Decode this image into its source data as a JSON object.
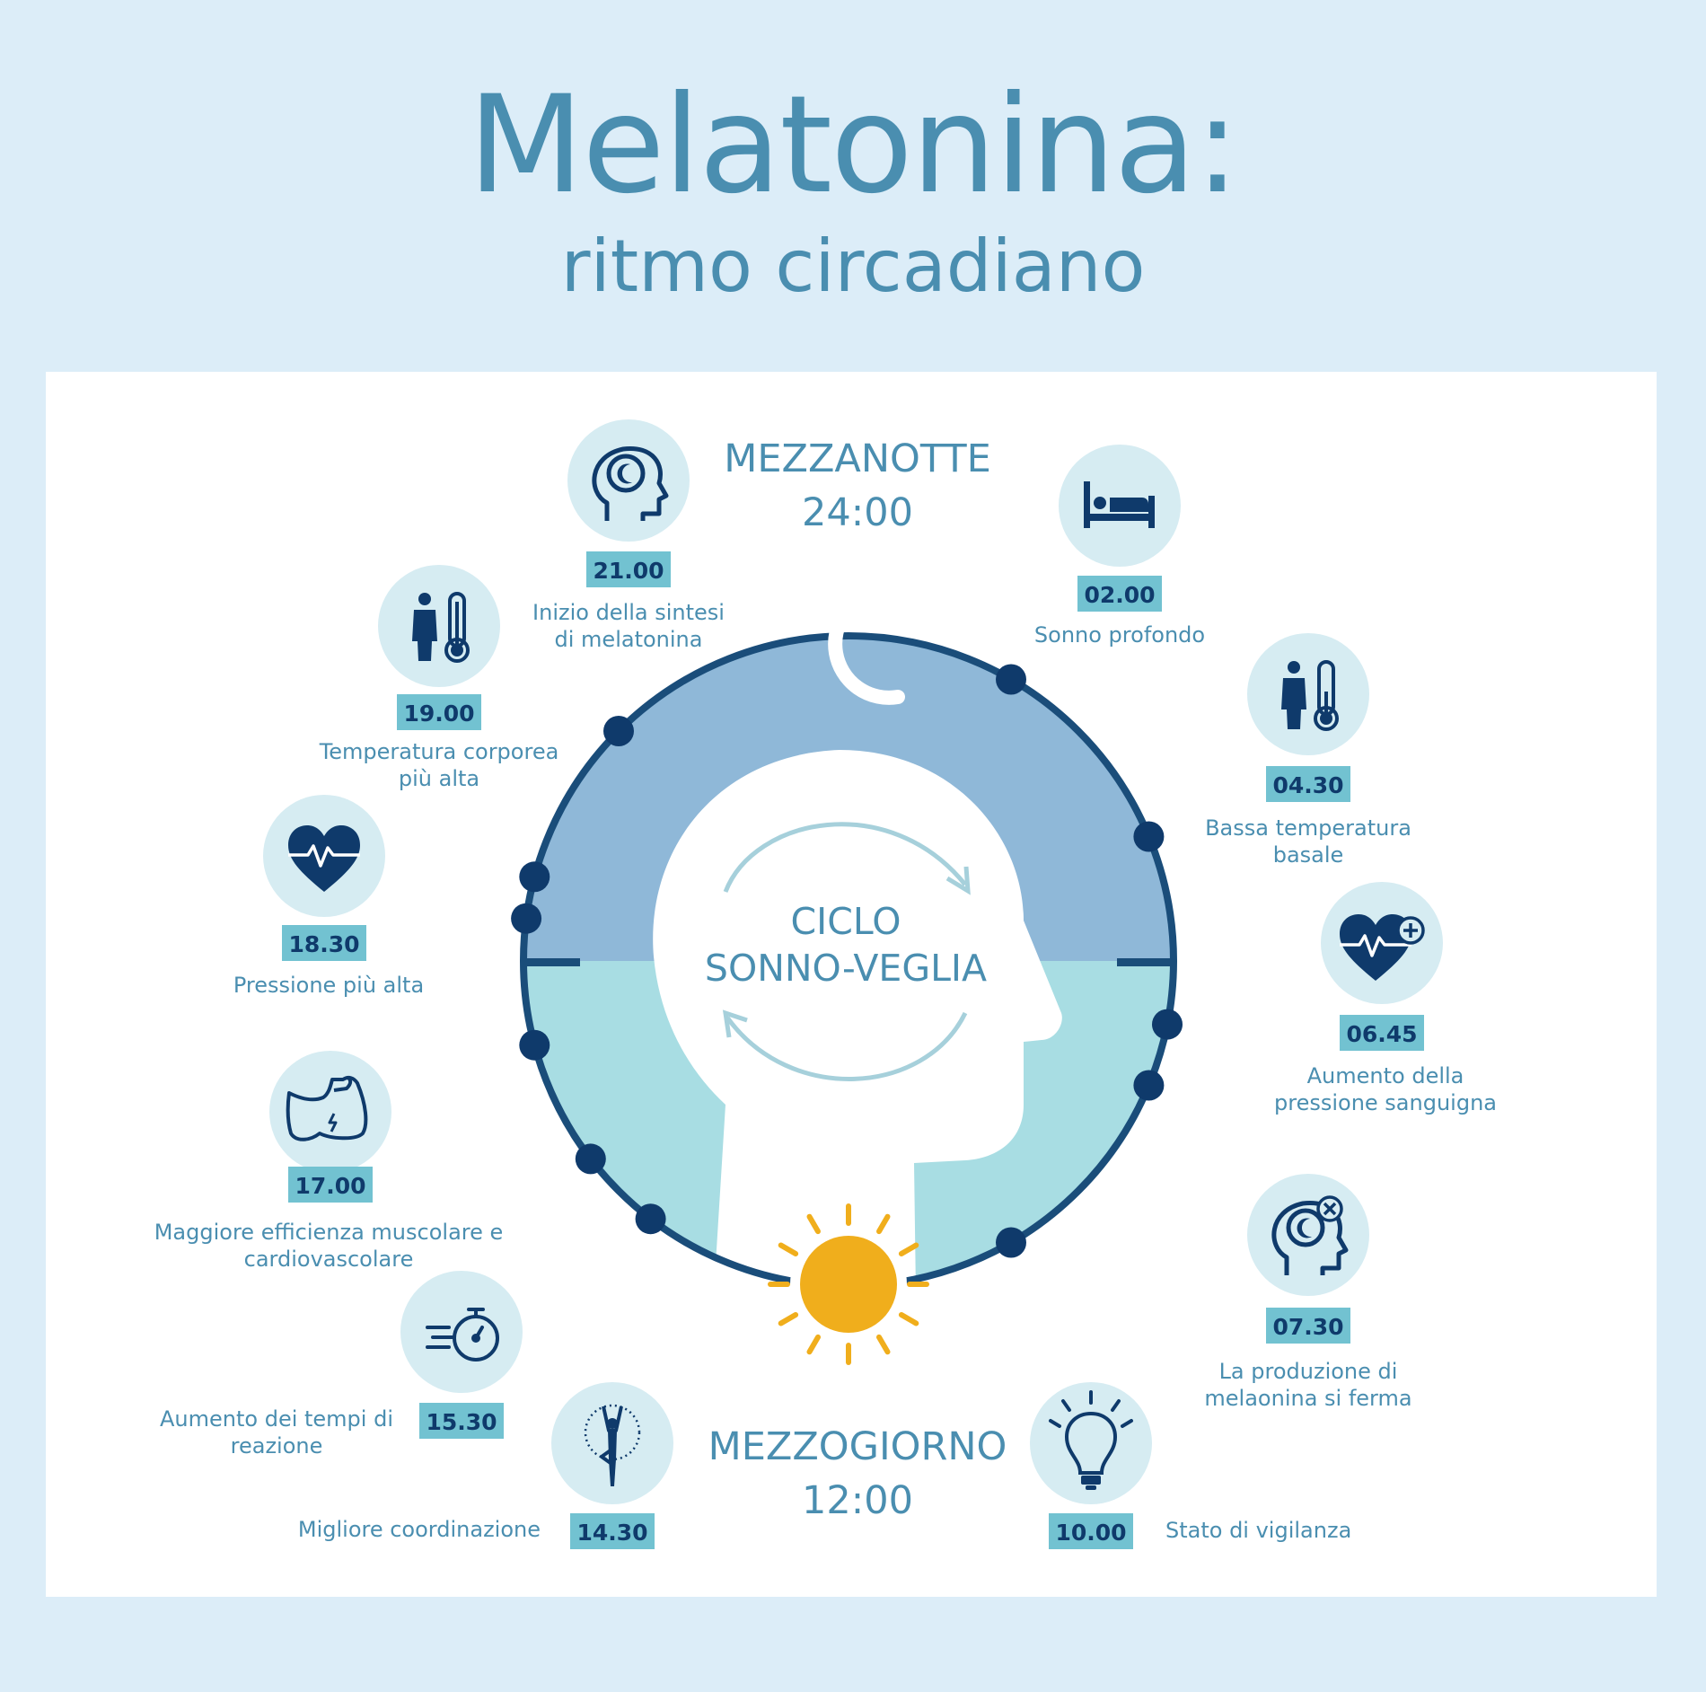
{
  "title": "Melatonina:",
  "subtitle": "ritmo circadiano",
  "midnight": {
    "label": "MEZZANOTTE",
    "time": "24:00"
  },
  "noon": {
    "label": "MEZZOGIORNO",
    "time": "12:00"
  },
  "cycle": {
    "line1": "CICLO",
    "line2": "SONNO-VEGLIA"
  },
  "colors": {
    "background": "#dcedf8",
    "title": "#4a8eb0",
    "night": "#8fb8d8",
    "day": "#a8dde3",
    "ring": "#1a4d7a",
    "icon_circle": "#d6ecf2",
    "icon": "#0f3a6b",
    "time_badge": "#72c2d1",
    "sun": "#f0ae1c"
  },
  "events": [
    {
      "time": "21.00",
      "lines": [
        "Inizio della sintesi",
        "di melatonina"
      ],
      "icon": "brain-moon-icon"
    },
    {
      "time": "02.00",
      "lines": [
        "Sonno profondo"
      ],
      "icon": "bed-icon"
    },
    {
      "time": "04.30",
      "lines": [
        "Bassa temperatura",
        "basale"
      ],
      "icon": "person-thermometer-icon"
    },
    {
      "time": "06.45",
      "lines": [
        "Aumento della",
        "pressione sanguigna"
      ],
      "icon": "heart-plus-icon"
    },
    {
      "time": "07.30",
      "lines": [
        "La produzione di",
        "melaonina si ferma"
      ],
      "icon": "brain-moon-x-icon"
    },
    {
      "time": "10.00",
      "lines": [
        "Stato di vigilanza"
      ],
      "icon": "lightbulb-icon"
    },
    {
      "time": "14.30",
      "lines": [
        "Migliore coordinazione"
      ],
      "icon": "yoga-pose-icon"
    },
    {
      "time": "15.30",
      "lines": [
        "Aumento dei tempi di",
        "reazione"
      ],
      "icon": "stopwatch-icon"
    },
    {
      "time": "17.00",
      "lines": [
        "Maggiore efficienza muscolare e",
        "cardiovascolare"
      ],
      "icon": "muscle-arm-icon"
    },
    {
      "time": "18.30",
      "lines": [
        "Pressione più alta"
      ],
      "icon": "heartbeat-icon"
    },
    {
      "time": "19.00",
      "lines": [
        "Temperatura corporea",
        "più alta"
      ],
      "icon": "person-thermometer-icon"
    }
  ]
}
